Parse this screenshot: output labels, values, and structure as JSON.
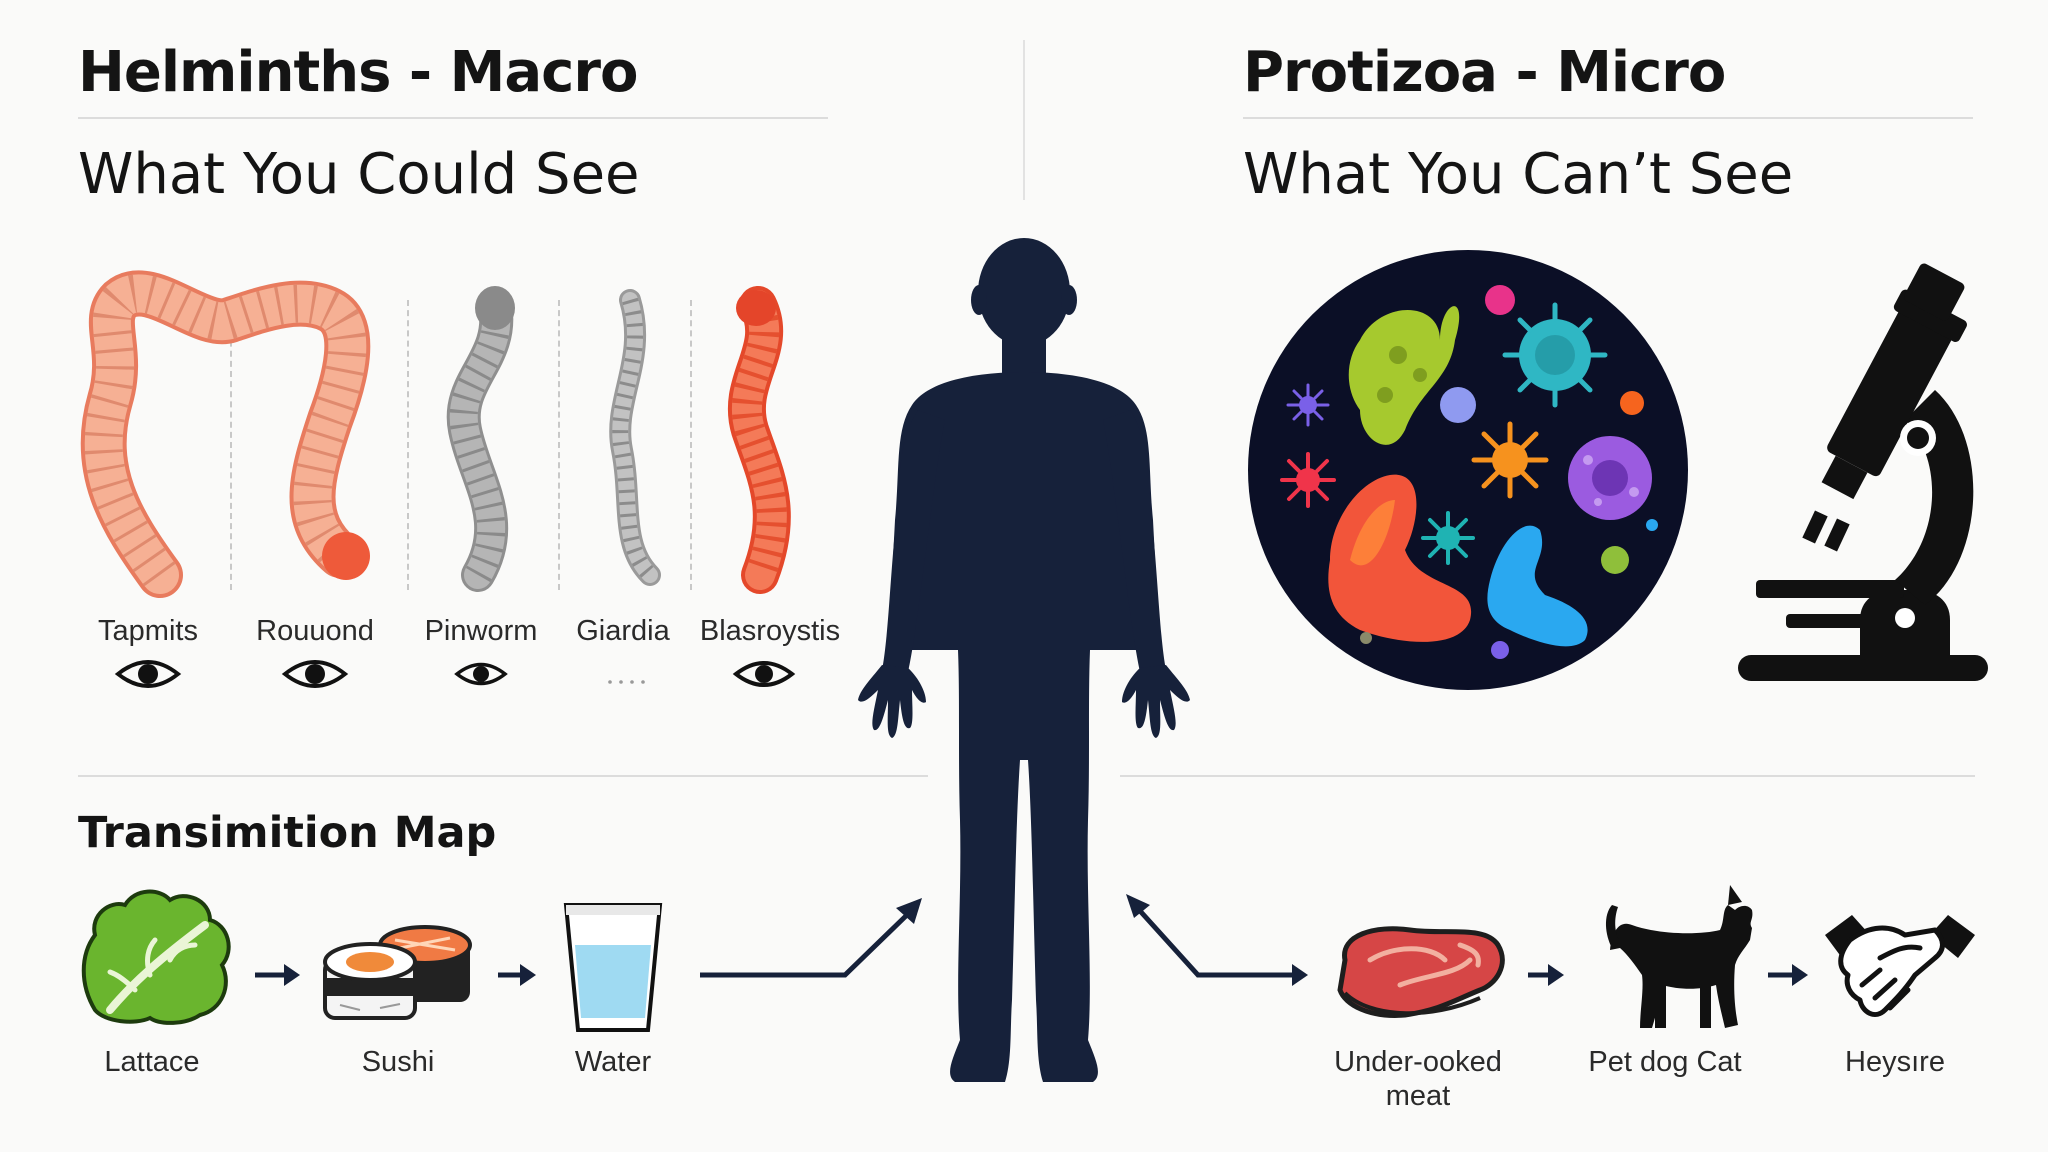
{
  "helminths": {
    "title": "Helminths - Macro",
    "subtitle": "What You Could See",
    "items": [
      {
        "label": "Tapmits",
        "eye": "eye-icon",
        "color": "#f4a184"
      },
      {
        "label": "Rouuond",
        "eye": "eye-icon",
        "color": "#f0835e"
      },
      {
        "label": "Pinworm",
        "eye": "eye-icon",
        "color": "#9a9a9a"
      },
      {
        "label": "Giardia",
        "eye": "dots",
        "color": "#a6a6a6"
      },
      {
        "label": "Blasroystis",
        "eye": "eye-icon",
        "color": "#ef5a3a"
      }
    ]
  },
  "protozoa": {
    "title": "Protizoa - Micro",
    "subtitle": "What You Can’t See"
  },
  "transmission": {
    "title": "Transimition Map",
    "left_items": [
      {
        "label": "Lattace",
        "icon": "lettuce-icon"
      },
      {
        "label": "Sushi",
        "icon": "sushi-icon"
      },
      {
        "label": "Water",
        "icon": "water-glass-icon"
      }
    ],
    "right_items": [
      {
        "label": "Under-ooked",
        "label2": "meat",
        "icon": "meat-icon"
      },
      {
        "label": "Pet dog Cat",
        "icon": "dog-icon"
      },
      {
        "label": "Heysıre",
        "icon": "handshake-icon"
      }
    ]
  },
  "colors": {
    "ink": "#16213a",
    "worm_peach": "#f4a184",
    "worm_orange": "#f0835e",
    "worm_red": "#ef5a3a",
    "worm_gray": "#9a9a9a",
    "micro_bg": "#0b0f26"
  }
}
